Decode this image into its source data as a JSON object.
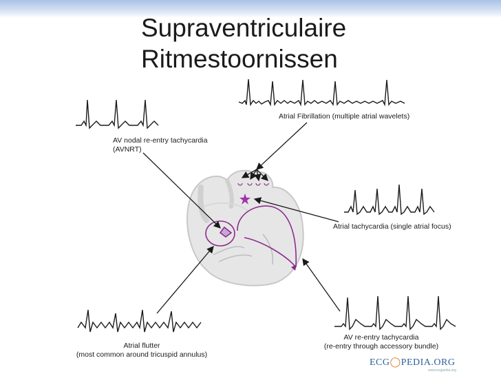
{
  "title": {
    "line1": "Supraventriculaire",
    "line2": "Ritmestoornissen"
  },
  "labels": {
    "af": "Atrial Fibrillation (multiple atrial wavelets)",
    "avnrt_line1": "AV nodal re-entry tachycardia",
    "avnrt_line2": "(AVNRT)",
    "at": "Atrial tachycardia (single atrial focus)",
    "flutter_line1": "Atrial flutter",
    "flutter_line2": "(most common around tricuspid annulus)",
    "avrt_line1": "AV re-entry tachycardia",
    "avrt_line2": "(re-entry through accessory bundle)"
  },
  "logo": {
    "prefix": "ECG",
    "o": "◯",
    "suffix": "PEDIA.ORG",
    "sub": "www.ecgpedia.org"
  },
  "colors": {
    "pathway": "#8a2c8c",
    "heart_outline": "#c8c8c8",
    "heart_fill": "#e6e6e6",
    "ecg": "#1a1a1a",
    "accent_band": "#a9c2e6"
  }
}
